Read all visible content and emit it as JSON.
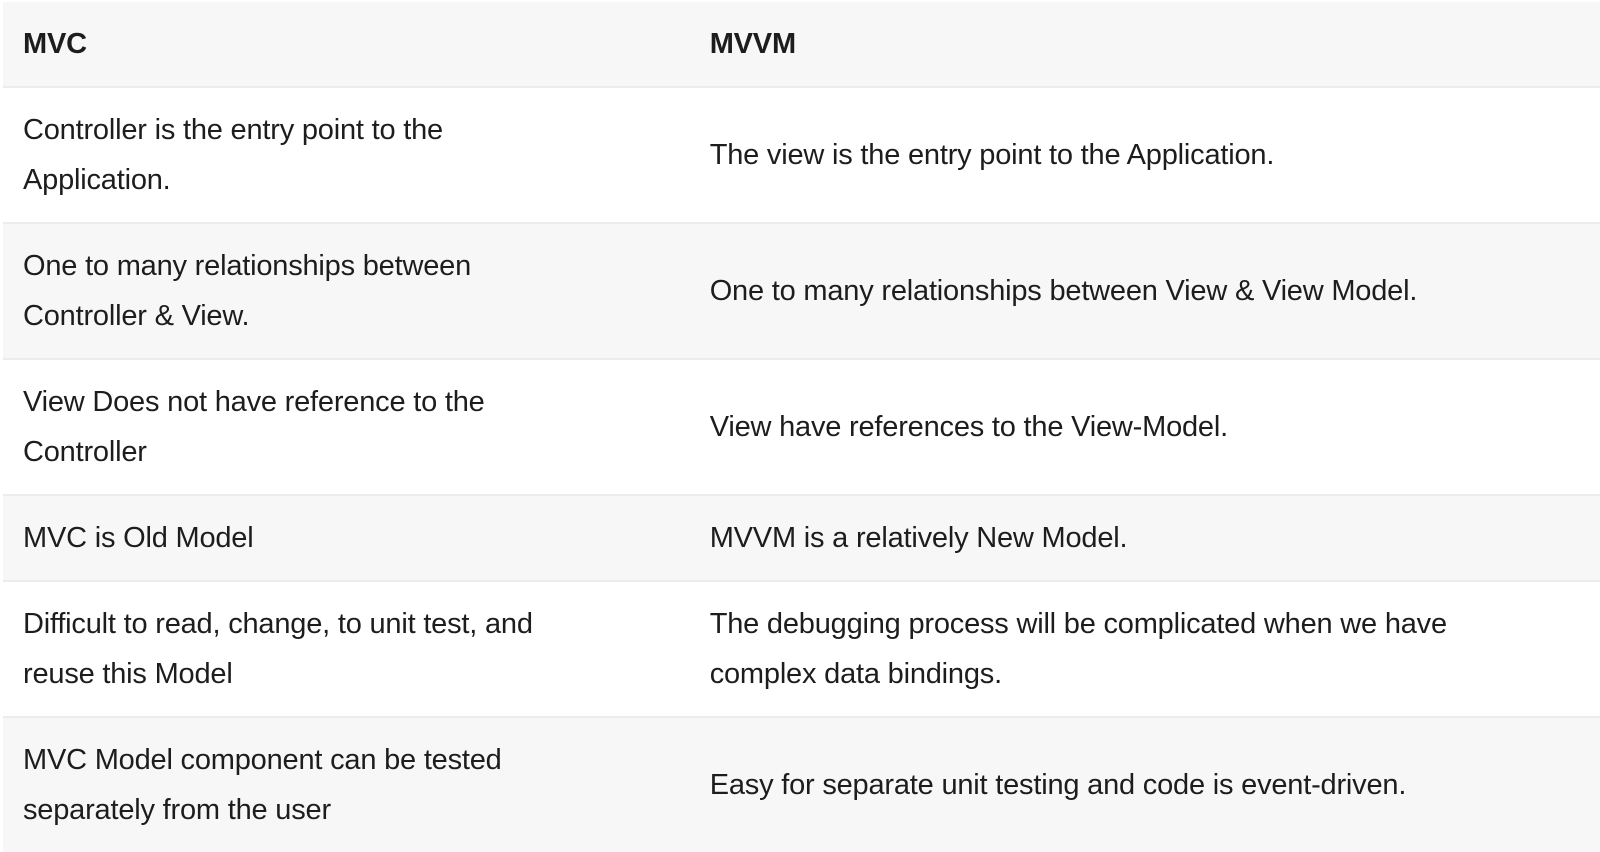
{
  "page": {
    "background": "#ffffff"
  },
  "colors": {
    "header_bg": "#f7f7f7",
    "stripe_bg": "#f7f7f7",
    "row_bg": "#ffffff",
    "row_border": "#ececec",
    "text": "#1d1d1d"
  },
  "table": {
    "headers": [
      "MVC",
      "MVVM"
    ],
    "rows": [
      {
        "mvc": "Controller is the entry point to the\nApplication.",
        "mvvm": "The view is the entry point to the Application."
      },
      {
        "mvc": "One to many relationships between\nController & View.",
        "mvvm": "One to many relationships between View & View Model."
      },
      {
        "mvc": "View Does not have reference to the\nController",
        "mvvm": "View have references to the View-Model."
      },
      {
        "mvc": "MVC is Old Model",
        "mvvm": "MVVM is a relatively New Model."
      },
      {
        "mvc": "Difficult to read, change, to unit test, and\nreuse this Model",
        "mvvm": "The debugging process will be complicated when we have\ncomplex data bindings."
      },
      {
        "mvc": "MVC Model component can be tested\nseparately from the user",
        "mvvm": "Easy for separate unit testing and code is event-driven."
      }
    ]
  }
}
